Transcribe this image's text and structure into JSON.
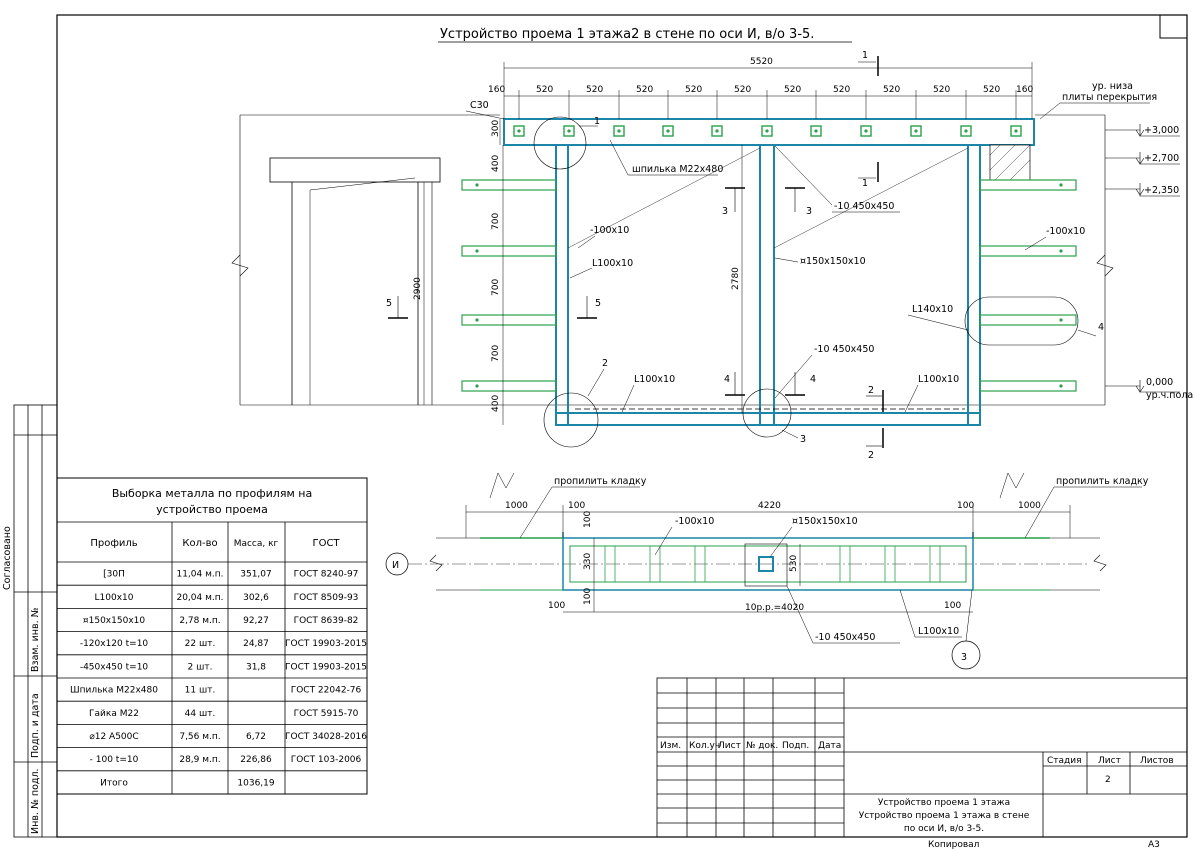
{
  "drawing_title": "Устройство проема 1 этажа2 в стене по оси И, в/о 3-5.",
  "top_dims": {
    "overall": "5520",
    "edge": "160",
    "steps": [
      "520",
      "520",
      "520",
      "520",
      "520",
      "520",
      "520",
      "520",
      "520",
      "520"
    ],
    "end_edge": "160",
    "s30": "С30",
    "h300": "300"
  },
  "left_dims": [
    "400",
    "700",
    "700",
    "700",
    "400"
  ],
  "left_total": "2900",
  "center_dim": "2780",
  "callouts": {
    "stud": "шпилька М22х480",
    "plate_450_top": "-10 450х450",
    "plate_450_mid": "-10 450х450",
    "strip_left": "-100х10",
    "strip_right": "-100х10",
    "angle_left": "L100х10",
    "tube": "¤150х150х10",
    "angle_140": "L140х10",
    "angle_bottom_left": "L100х10",
    "angle_bottom_right": "L100х10"
  },
  "levels": {
    "slab_note_1": "ур. низа",
    "slab_note_2": "плиты перекрытия",
    "l1": "+3,000",
    "l2": "+2,700",
    "l3": "+2,350",
    "zero": "0,000",
    "zero_note": "ур.ч.пола"
  },
  "sections": {
    "s1": "1",
    "s2": "2",
    "s3": "3",
    "s4": "4",
    "s5": "5",
    "node1": "1",
    "node2": "2",
    "node3": "3",
    "node4": "4"
  },
  "plan": {
    "axis": "И",
    "fill_left": "пропилить кладку",
    "fill_right": "пропилить кладку",
    "w1000_l": "1000",
    "w1000_r": "1000",
    "w100_a": "100",
    "w100_b": "100",
    "w100_c": "100",
    "w100_d": "100",
    "overall": "4220",
    "strip": "-100х10",
    "tube": "¤150х150х10",
    "h100_top": "100",
    "h330": "330",
    "h100_bot": "100",
    "h530": "530",
    "spacing": "10р.р.=4020",
    "plate": "-10 450х450",
    "angle": "L100х10",
    "node3": "3"
  },
  "table": {
    "title_1": "Выборка металла по профилям на",
    "title_2": "устройство проема",
    "headers": [
      "Профиль",
      "Кол-во",
      "Масса, кг",
      "ГОСТ"
    ],
    "rows": [
      [
        "[30П",
        "11,04 м.п.",
        "351,07",
        "ГОСТ 8240-97"
      ],
      [
        "L100х10",
        "20,04 м.п.",
        "302,6",
        "ГОСТ 8509-93"
      ],
      [
        "¤150х150х10",
        "2,78 м.п.",
        "92,27",
        "ГОСТ 8639-82"
      ],
      [
        "-120х120 t=10",
        "22 шт.",
        "24,87",
        "ГОСТ 19903-2015"
      ],
      [
        "-450х450 t=10",
        "2 шт.",
        "31,8",
        "ГОСТ 19903-2015"
      ],
      [
        "Шпилька М22х480",
        "11 шт.",
        "",
        "ГОСТ 22042-76"
      ],
      [
        "Гайка М22",
        "44 шт.",
        "",
        "ГОСТ 5915-70"
      ],
      [
        "⌀12 А500С",
        "7,56 м.п.",
        "6,72",
        "ГОСТ 34028-2016"
      ],
      [
        "- 100 t=10",
        "28,9 м.п.",
        "226,86",
        "ГОСТ 103-2006"
      ],
      [
        "Итого",
        "",
        "1036,19",
        ""
      ]
    ]
  },
  "side_stamps": [
    "Согласовано",
    "Взам. инв. №",
    "Подп. и дата",
    "Инв. № подл."
  ],
  "title_block": {
    "cols": [
      "Изм.",
      "Кол.уч",
      "Лист",
      "№ док.",
      "Подп.",
      "Дата"
    ],
    "stage": "Стадия",
    "sheet": "Лист",
    "sheets": "Листов",
    "sheet_no": "2",
    "name_1": "Устройство проема 1 этажа",
    "name_2": "Устройство проема 1 этажа в стене",
    "name_3": "по оси И, в/о 3-5.",
    "copied": "Копировал",
    "format": "А3"
  },
  "colors": {
    "steel": "#1b86a8",
    "plate": "#2aa14b",
    "line": "#000000"
  }
}
